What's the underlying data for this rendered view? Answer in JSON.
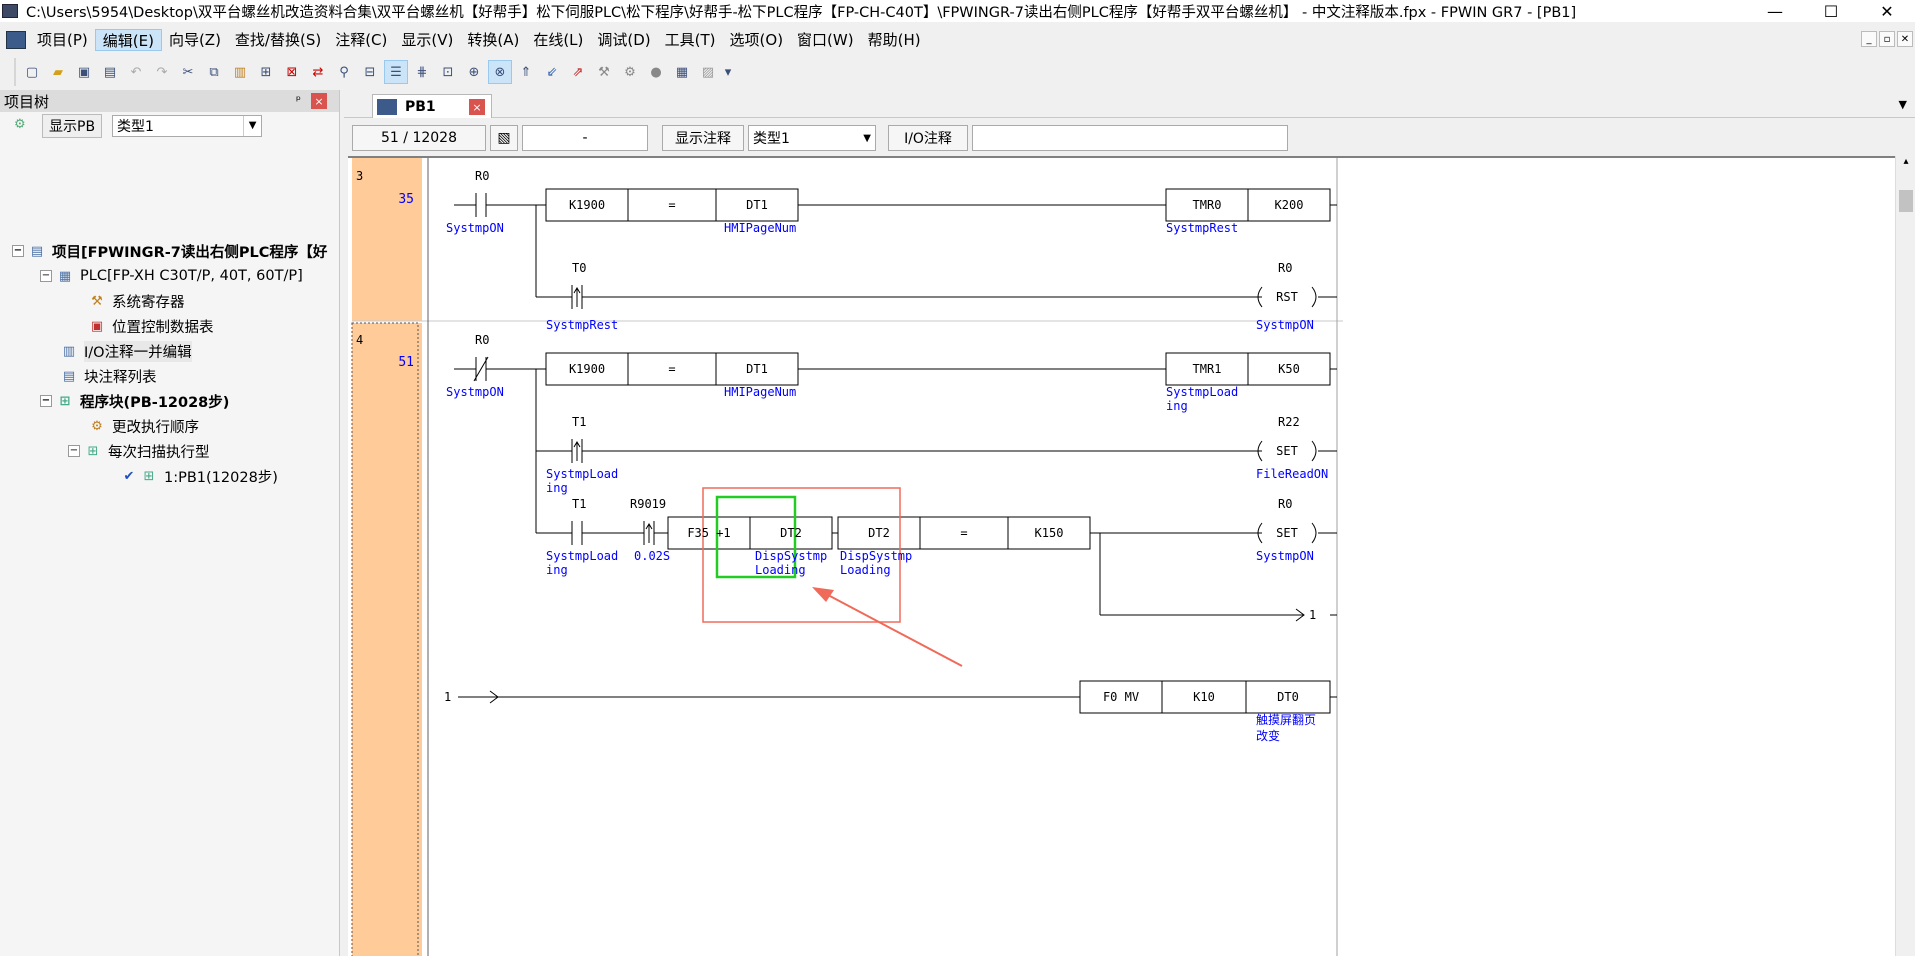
{
  "window": {
    "title": "C:\\Users\\5954\\Desktop\\双平台螺丝机改造资料合集\\双平台螺丝机【好帮手】松下伺服PLC\\松下程序\\好帮手-松下PLC程序【FP-CH-C40T】\\FPWINGR-7读出右侧PLC程序【好帮手双平台螺丝机】 - 中文注释版本.fpx - FPWIN GR7 - [PB1]",
    "minimize": "—",
    "maximize": "☐",
    "close": "✕"
  },
  "menu": {
    "items": [
      {
        "label": "项目(P)"
      },
      {
        "label": "编辑(E)"
      },
      {
        "label": "向导(Z)"
      },
      {
        "label": "查找/替换(S)"
      },
      {
        "label": "注释(C)"
      },
      {
        "label": "显示(V)"
      },
      {
        "label": "转换(A)"
      },
      {
        "label": "在线(L)"
      },
      {
        "label": "调试(D)"
      },
      {
        "label": "工具(T)"
      },
      {
        "label": "选项(O)"
      },
      {
        "label": "窗口(W)"
      },
      {
        "label": "帮助(H)"
      }
    ],
    "mdi": [
      "_",
      "▫",
      "✕"
    ]
  },
  "toolbar": {
    "icons": [
      "new-file-icon",
      "open-folder-icon",
      "save-icon",
      "print-icon",
      "undo-icon",
      "redo-icon",
      "cut-icon",
      "copy-icon",
      "paste-icon",
      "insert-line-icon",
      "delete-line-icon",
      "replace-icon",
      "find-icon",
      "convert-icon",
      "comment-view-icon",
      "ladder-mode-icon",
      "monitor-icon",
      "program-icon",
      "io-icon",
      "pointer-icon",
      "tool-icon",
      "tool2-icon",
      "download-icon",
      "upload-icon",
      "debug-icon",
      "run-icon",
      "mode-icon",
      "list-icon"
    ]
  },
  "tree": {
    "header": "项目树",
    "pin": "ᵖ",
    "close": "×",
    "show_pb": "显示PB",
    "type_select": "类型1",
    "items": [
      {
        "label": "项目[FPWINGR-7读出右侧PLC程序【好",
        "level": 0,
        "bold": true,
        "exp": "−"
      },
      {
        "label": "PLC[FP-XH C30T/P, 40T, 60T/P]",
        "level": 1,
        "bold": false,
        "exp": "−"
      },
      {
        "label": "系统寄存器",
        "level": 2,
        "bold": false,
        "exp": ""
      },
      {
        "label": "位置控制数据表",
        "level": 2,
        "bold": false,
        "exp": ""
      },
      {
        "label": "I/O注释一并编辑",
        "level": 1,
        "bold": false,
        "exp": "",
        "selected": true
      },
      {
        "label": "块注释列表",
        "level": 1,
        "bold": false,
        "exp": ""
      },
      {
        "label": "程序块(PB-12028步)",
        "level": 1,
        "bold": true,
        "exp": "−"
      },
      {
        "label": "更改执行顺序",
        "level": 2,
        "bold": false,
        "exp": ""
      },
      {
        "label": "每次扫描执行型",
        "level": 2,
        "bold": false,
        "exp": "−"
      },
      {
        "label": "1:PB1(12028步)",
        "level": 3,
        "bold": false,
        "exp": ""
      }
    ]
  },
  "doc": {
    "tab_label": "PB1",
    "tab_close": "×",
    "step_counter": "51 /  12028",
    "step_field": "-",
    "show_comment": "显示注释",
    "comment_type": "类型1",
    "io_comment": "I/O注释",
    "io_field": ""
  },
  "ladder": {
    "rungs": [
      {
        "no": "3",
        "step": "35"
      },
      {
        "no": "4",
        "step": "51"
      }
    ],
    "r3": {
      "c1": "R0",
      "c1_comment": "SystmpON",
      "k1": "K1900",
      "eq": "=",
      "dt1": "DT1",
      "dt1_comment": "HMIPageNum",
      "tmr": "TMR0",
      "tmr_k": "K200",
      "tmr_comment": "SystmpRest",
      "t0": "T0",
      "t0_comment": "SystmpRest",
      "r0": "R0",
      "rst": "RST",
      "r0_comment": "SystmpON"
    },
    "r4": {
      "c1": "R0",
      "c1_comment": "SystmpON",
      "k1": "K1900",
      "eq": "=",
      "dt1": "DT1",
      "dt1_comment": "HMIPageNum",
      "tmr": "TMR1",
      "tmr_k": "K50",
      "tmr_comment_1": "SystmpLoad",
      "tmr_comment_2": "ing",
      "t1a": "T1",
      "t1a_comment_1": "SystmpLoad",
      "t1a_comment_2": "ing",
      "r22": "R22",
      "set": "SET",
      "r22_comment": "FileReadON",
      "t1b": "T1",
      "t1b_comment_1": "SystmpLoad",
      "t1b_comment_2": "ing",
      "r9019": "R9019",
      "r9019_comment": "0.02S",
      "f35": "F35 +1",
      "dt2a": "DT2",
      "dt2a_comment_1": "DispSystmp",
      "dt2a_comment_2": "Loading",
      "dt2b": "DT2",
      "eq2": "=",
      "k150": "K150",
      "dt2b_comment_1": "DispSystmp",
      "dt2b_comment_2": "Loading",
      "r0b": "R0",
      "set2": "SET",
      "r0b_comment": "SystmpON",
      "jump": "1"
    },
    "r5": {
      "label": "1",
      "f0": "F0 MV",
      "k10": "K10",
      "dt0": "DT0",
      "dt0_comment_1": "触摸屏翻页",
      "dt0_comment_2": "改变"
    }
  },
  "colors": {
    "rung_gutter": "#ffcc99",
    "comment_blue": "#0000ff",
    "highlight_red": "#f06a5a",
    "highlight_green": "#22cc22"
  }
}
